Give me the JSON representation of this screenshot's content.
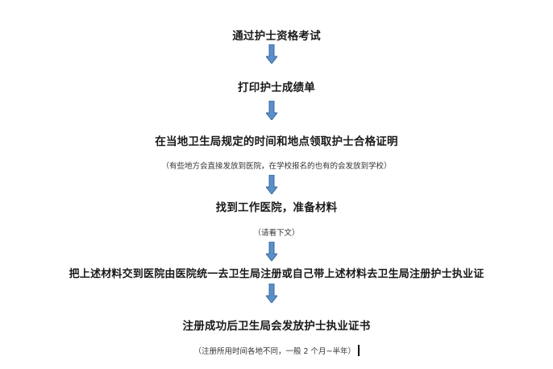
{
  "colors": {
    "arrow_fill": "#5b8fc7",
    "arrow_stroke": "#3a6aa0",
    "text": "#1a1a1a"
  },
  "steps": [
    {
      "label": "通过护士资格考试"
    },
    {
      "label": "打印护士成绩单"
    },
    {
      "label": "在当地卫生局规定的时间和地点领取护士合格证明",
      "note": "（有些地方会直接发放到医院，在学校报名的也有的会发放到学校）"
    },
    {
      "label": "找到工作医院，准备材料",
      "note": "（请看下文）"
    },
    {
      "label": "把上述材料交到医院由医院统一去卫生局注册或自己带上述材料去卫生局注册护士执业证"
    },
    {
      "label": "注册成功后卫生局会发放护士执业证书",
      "note": "（注册所用时间各地不同，一般 2 个月~半年）"
    }
  ],
  "arrow_icon": "down-arrow-icon"
}
